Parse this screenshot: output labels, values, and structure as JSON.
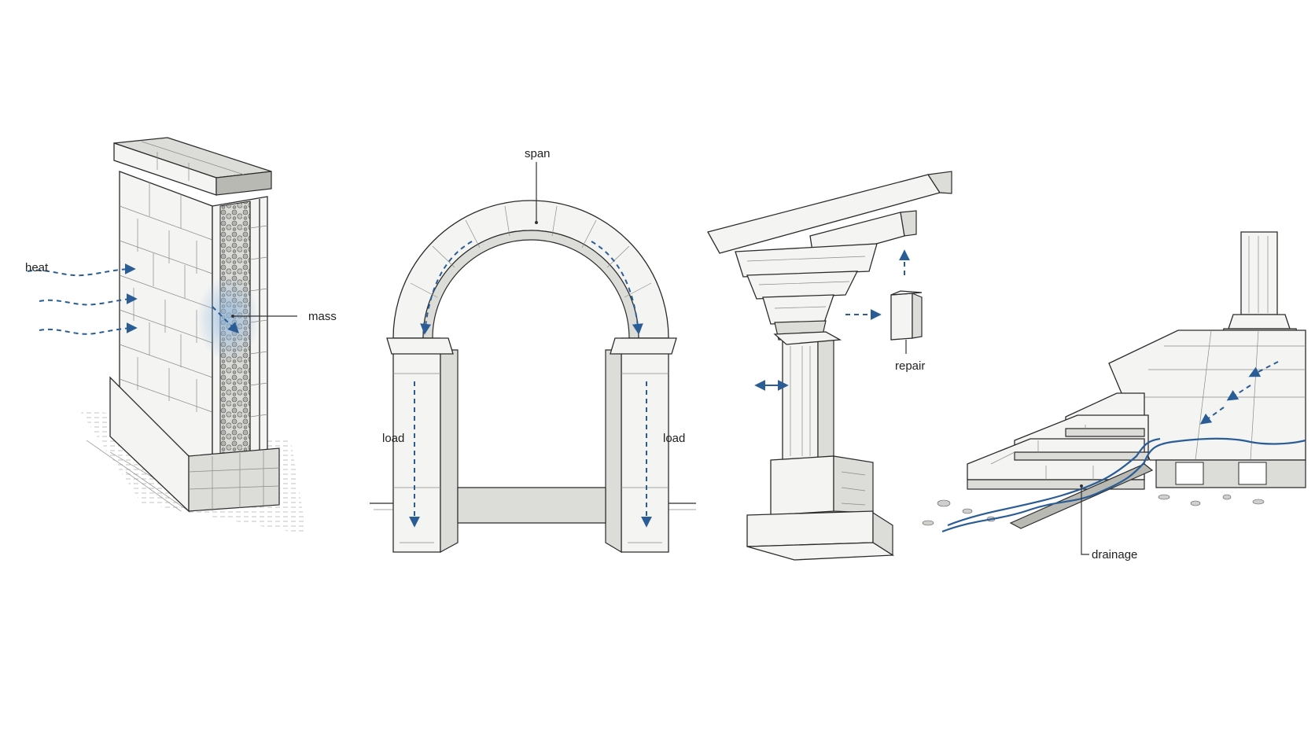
{
  "labels": {
    "heat": "heat",
    "mass": "mass",
    "span": "span",
    "load_left": "load",
    "load_right": "load",
    "repair": "repair",
    "drainage": "drainage"
  },
  "colors": {
    "accent": "#2a5d95",
    "ink": "#2b2b2b",
    "paper": "#ffffff"
  }
}
